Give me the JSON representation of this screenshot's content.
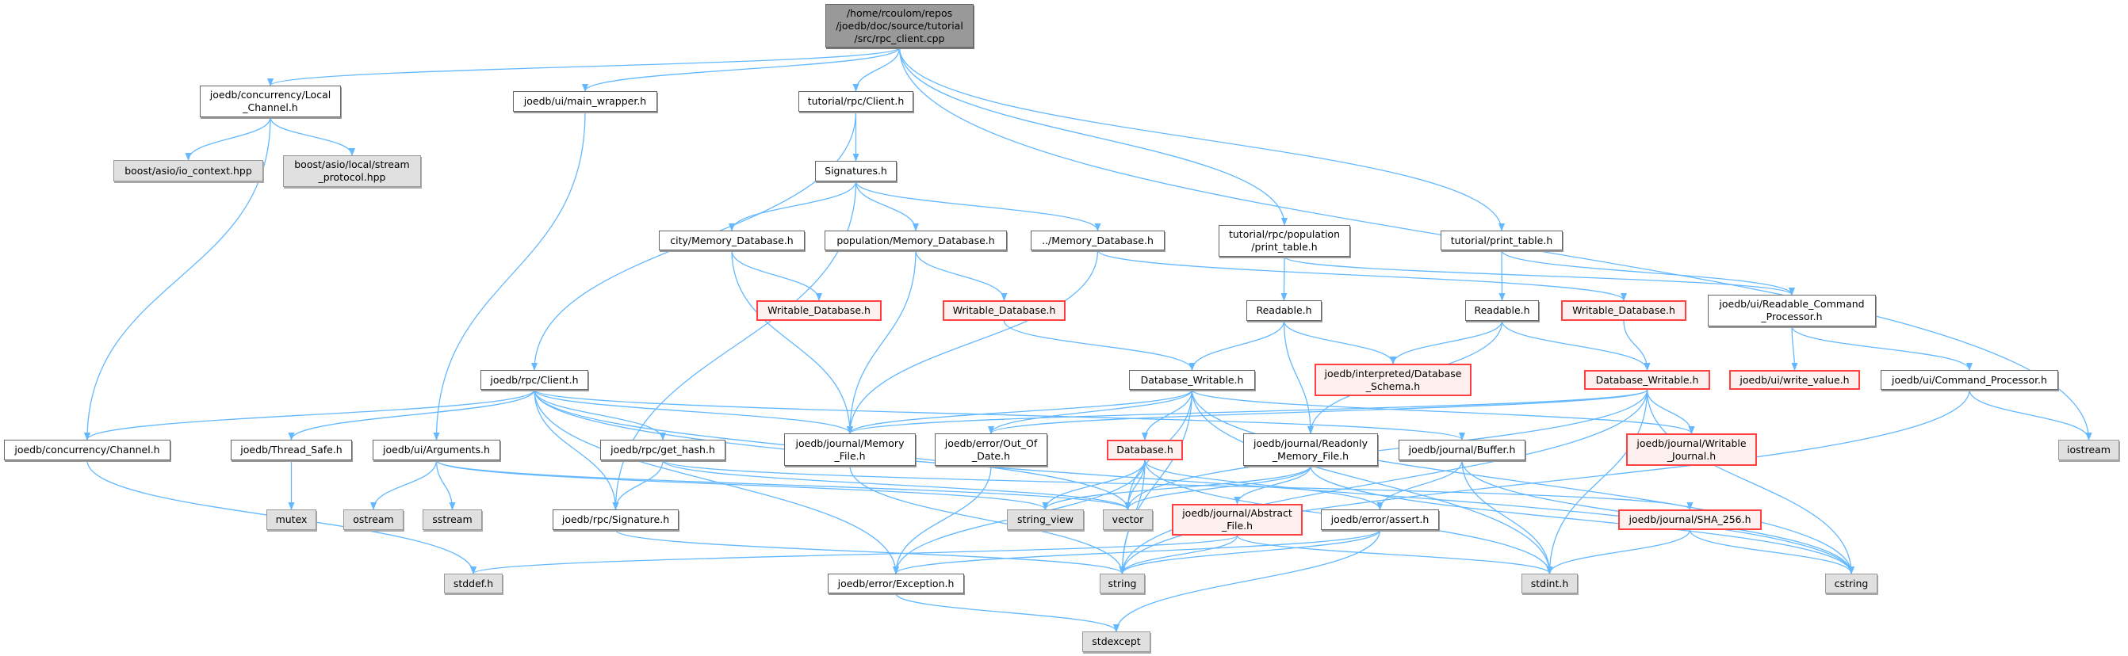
{
  "graph": {
    "type": "include-dependency-graph",
    "colors": {
      "edge": "#63B8FF",
      "root_fill": "#999999",
      "missing_border": "#FF0000",
      "missing_fill": "#FFF0F0",
      "external_fill": "#E0E0E0"
    },
    "nodes": {
      "root": "/home/rcoulom/repos\n/joedb/doc/source/tutorial\n/src/rpc_client.cpp",
      "local_channel": "joedb/concurrency/Local\n_Channel.h",
      "main_wrapper": "joedb/ui/main_wrapper.h",
      "tut_client": "tutorial/rpc/Client.h",
      "io_context": "boost/asio/io_context.hpp",
      "stream_protocol": "boost/asio/local/stream\n_protocol.hpp",
      "signatures": "Signatures.h",
      "city_mdb": "city/Memory_Database.h",
      "pop_mdb": "population/Memory_Database.h",
      "dotdot_mdb": "../Memory_Database.h",
      "pop_print": "tutorial/rpc/population\n/print_table.h",
      "print_table": "tutorial/print_table.h",
      "wdb1": "Writable_Database.h",
      "wdb2": "Writable_Database.h",
      "readable1": "Readable.h",
      "readable2": "Readable.h",
      "wdb3": "Writable_Database.h",
      "rcp": "joedb/ui/Readable_Command\n_Processor.h",
      "rpc_client": "joedb/rpc/Client.h",
      "dbw_white": "Database_Writable.h",
      "schema": "joedb/interpreted/Database\n_Schema.h",
      "dbw_red": "Database_Writable.h",
      "write_value": "joedb/ui/write_value.h",
      "cmd_proc": "joedb/ui/Command_Processor.h",
      "channel": "joedb/concurrency/Channel.h",
      "thread_safe": "joedb/Thread_Safe.h",
      "arguments": "joedb/ui/Arguments.h",
      "get_hash": "joedb/rpc/get_hash.h",
      "memory_file": "joedb/journal/Memory\n_File.h",
      "out_of_date": "joedb/error/Out_Of\n_Date.h",
      "database": "Database.h",
      "readonly_mf": "joedb/journal/Readonly\n_Memory_File.h",
      "buffer": "joedb/journal/Buffer.h",
      "writable_journal": "joedb/journal/Writable\n_Journal.h",
      "iostream": "iostream",
      "mutex": "mutex",
      "ostream": "ostream",
      "sstream": "sstream",
      "signature": "joedb/rpc/Signature.h",
      "string_view": "string_view",
      "vector": "vector",
      "abstract_file": "joedb/journal/Abstract\n_File.h",
      "assert": "joedb/error/assert.h",
      "sha256": "joedb/journal/SHA_256.h",
      "stddef": "stddef.h",
      "exception": "joedb/error/Exception.h",
      "string": "string",
      "stdint": "stdint.h",
      "cstring": "cstring",
      "stdexcept": "stdexcept"
    },
    "edges": [
      [
        "root",
        "local_channel"
      ],
      [
        "root",
        "main_wrapper"
      ],
      [
        "root",
        "tut_client"
      ],
      [
        "root",
        "pop_print"
      ],
      [
        "root",
        "print_table"
      ],
      [
        "root",
        "iostream"
      ],
      [
        "local_channel",
        "io_context"
      ],
      [
        "local_channel",
        "stream_protocol"
      ],
      [
        "local_channel",
        "channel"
      ],
      [
        "main_wrapper",
        "arguments"
      ],
      [
        "tut_client",
        "signatures"
      ],
      [
        "tut_client",
        "rpc_client"
      ],
      [
        "signatures",
        "city_mdb"
      ],
      [
        "signatures",
        "pop_mdb"
      ],
      [
        "signatures",
        "dotdot_mdb"
      ],
      [
        "signatures",
        "signature"
      ],
      [
        "city_mdb",
        "wdb1"
      ],
      [
        "city_mdb",
        "memory_file"
      ],
      [
        "pop_mdb",
        "wdb2"
      ],
      [
        "pop_mdb",
        "memory_file"
      ],
      [
        "dotdot_mdb",
        "memory_file"
      ],
      [
        "dotdot_mdb",
        "wdb3"
      ],
      [
        "wdb2",
        "dbw_white"
      ],
      [
        "wdb3",
        "dbw_red"
      ],
      [
        "pop_print",
        "readable1"
      ],
      [
        "pop_print",
        "rcp"
      ],
      [
        "print_table",
        "readable2"
      ],
      [
        "print_table",
        "rcp"
      ],
      [
        "readable1",
        "dbw_white"
      ],
      [
        "readable1",
        "schema"
      ],
      [
        "readable1",
        "readonly_mf"
      ],
      [
        "readable2",
        "schema"
      ],
      [
        "readable2",
        "dbw_red"
      ],
      [
        "readable2",
        "readonly_mf"
      ],
      [
        "rcp",
        "write_value"
      ],
      [
        "rcp",
        "cmd_proc"
      ],
      [
        "cmd_proc",
        "iostream"
      ],
      [
        "cmd_proc",
        "string"
      ],
      [
        "rpc_client",
        "channel"
      ],
      [
        "rpc_client",
        "thread_safe"
      ],
      [
        "rpc_client",
        "get_hash"
      ],
      [
        "rpc_client",
        "signature"
      ],
      [
        "rpc_client",
        "memory_file"
      ],
      [
        "rpc_client",
        "buffer"
      ],
      [
        "rpc_client",
        "exception"
      ],
      [
        "rpc_client",
        "vector"
      ],
      [
        "rpc_client",
        "cstring"
      ],
      [
        "thread_safe",
        "mutex"
      ],
      [
        "arguments",
        "ostream"
      ],
      [
        "arguments",
        "sstream"
      ],
      [
        "arguments",
        "string_view"
      ],
      [
        "arguments",
        "vector"
      ],
      [
        "get_hash",
        "signature"
      ],
      [
        "get_hash",
        "sha256"
      ],
      [
        "get_hash",
        "vector"
      ],
      [
        "memory_file",
        "string"
      ],
      [
        "signature",
        "string"
      ],
      [
        "channel",
        "stddef"
      ],
      [
        "dbw_white",
        "database"
      ],
      [
        "dbw_white",
        "memory_file"
      ],
      [
        "dbw_white",
        "out_of_date"
      ],
      [
        "dbw_white",
        "writable_journal"
      ],
      [
        "dbw_white",
        "vector"
      ],
      [
        "dbw_white",
        "stdint"
      ],
      [
        "dbw_white",
        "cstring"
      ],
      [
        "dbw_white",
        "string"
      ],
      [
        "database",
        "string_view"
      ],
      [
        "database",
        "vector"
      ],
      [
        "database",
        "string"
      ],
      [
        "database",
        "exception"
      ],
      [
        "database",
        "assert"
      ],
      [
        "database",
        "stdint"
      ],
      [
        "readonly_mf",
        "abstract_file"
      ],
      [
        "readonly_mf",
        "string_view"
      ],
      [
        "readonly_mf",
        "vector"
      ],
      [
        "readonly_mf",
        "cstring"
      ],
      [
        "buffer",
        "assert"
      ],
      [
        "buffer",
        "stdint"
      ],
      [
        "buffer",
        "cstring"
      ],
      [
        "abstract_file",
        "stddef"
      ],
      [
        "abstract_file",
        "string"
      ],
      [
        "abstract_file",
        "stdint"
      ],
      [
        "assert",
        "exception"
      ],
      [
        "assert",
        "string"
      ],
      [
        "assert",
        "stdexcept"
      ],
      [
        "sha256",
        "stdint"
      ],
      [
        "sha256",
        "cstring"
      ],
      [
        "dbw_red",
        "writable_journal"
      ],
      [
        "dbw_red",
        "memory_file"
      ],
      [
        "dbw_red",
        "out_of_date"
      ],
      [
        "dbw_red",
        "vector"
      ],
      [
        "dbw_red",
        "string"
      ],
      [
        "dbw_red",
        "stdint"
      ],
      [
        "dbw_red",
        "cstring"
      ],
      [
        "exception",
        "stdexcept"
      ],
      [
        "out_of_date",
        "exception"
      ]
    ]
  }
}
